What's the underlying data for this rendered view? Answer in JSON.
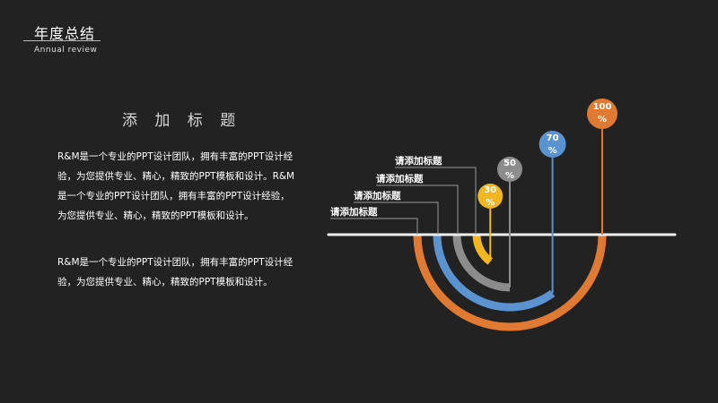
{
  "header": {
    "title": "年度总结",
    "subtitle": "Annual review"
  },
  "section": {
    "title": "添 加 标 题"
  },
  "paragraphs": [
    "R&M是一个专业的PPT设计团队，拥有丰富的PPT设计经验，为您提供专业、精心，精致的PPT模板和设计。R&M是一个专业的PPT设计团队，拥有丰富的PPT设计经验，为您提供专业、精心，精致的PPT模板和设计。",
    "R&M是一个专业的PPT设计团队，拥有丰富的PPT设计经验，为您提供专业、精心，精致的PPT模板和设计。"
  ],
  "infographic": {
    "items": [
      {
        "label": "请添加标题",
        "value": 100,
        "value_line1": "100",
        "value_line2": "%",
        "color": "#e07a32"
      },
      {
        "label": "请添加标题",
        "value": 70,
        "value_line1": "70",
        "value_line2": "%",
        "color": "#5b93d1"
      },
      {
        "label": "请添加标题",
        "value": 50,
        "value_line1": "50",
        "value_line2": "%",
        "color": "#8c8c8c"
      },
      {
        "label": "请添加标题",
        "value": 30,
        "value_line1": "30",
        "value_line2": "%",
        "color": "#f2b61e"
      }
    ],
    "baseline_color": "#eeeeee"
  }
}
